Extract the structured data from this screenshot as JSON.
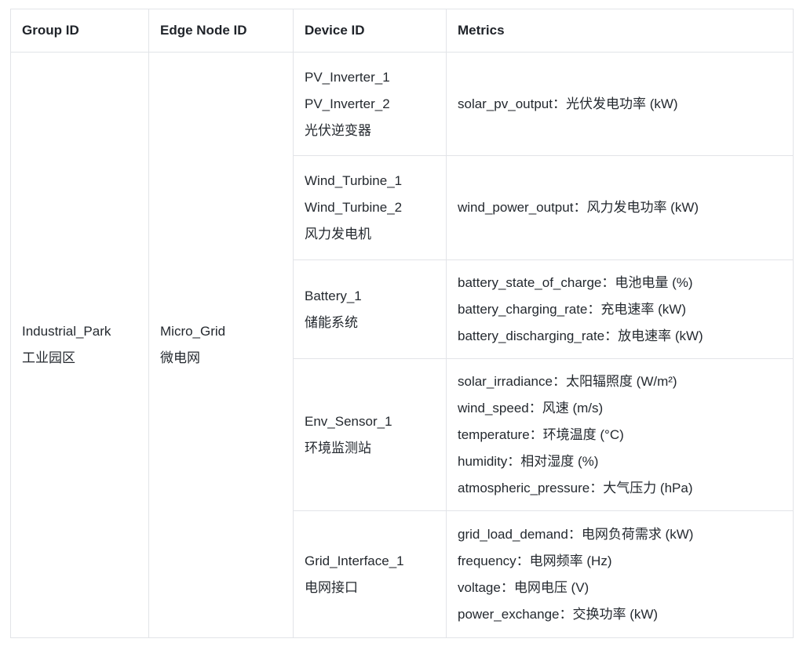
{
  "colors": {
    "background": "#ffffff",
    "border": "#e2e4e8",
    "text": "#24292f",
    "header_text": "#1f2329"
  },
  "table": {
    "headers": [
      "Group ID",
      "Edge Node ID",
      "Device ID",
      "Metrics"
    ],
    "group": {
      "lines": [
        "Industrial_Park",
        "工业园区"
      ]
    },
    "edge_node": {
      "lines": [
        "Micro_Grid",
        "微电网"
      ]
    },
    "rows": [
      {
        "device_lines": [
          "PV_Inverter_1",
          "PV_Inverter_2",
          "光伏逆变器"
        ],
        "metric_lines": [
          "solar_pv_output：光伏发电功率 (kW)"
        ]
      },
      {
        "device_lines": [
          "Wind_Turbine_1",
          "Wind_Turbine_2",
          "风力发电机"
        ],
        "metric_lines": [
          "wind_power_output：风力发电功率 (kW)"
        ]
      },
      {
        "device_lines": [
          "Battery_1",
          "储能系统"
        ],
        "metric_lines": [
          "battery_state_of_charge：电池电量 (%)",
          "battery_charging_rate：充电速率 (kW)",
          "battery_discharging_rate：放电速率 (kW)"
        ]
      },
      {
        "device_lines": [
          "Env_Sensor_1",
          "环境监测站"
        ],
        "metric_lines": [
          "solar_irradiance：太阳辐照度 (W/m²)",
          "wind_speed：风速 (m/s)",
          "temperature：环境温度 (°C)",
          "humidity：相对湿度 (%)",
          "atmospheric_pressure：大气压力 (hPa)"
        ]
      },
      {
        "device_lines": [
          "Grid_Interface_1",
          "电网接口"
        ],
        "metric_lines": [
          "grid_load_demand：电网负荷需求 (kW)",
          "frequency：电网频率 (Hz)",
          "voltage：电网电压 (V)",
          "power_exchange：交换功率 (kW)"
        ]
      }
    ]
  }
}
